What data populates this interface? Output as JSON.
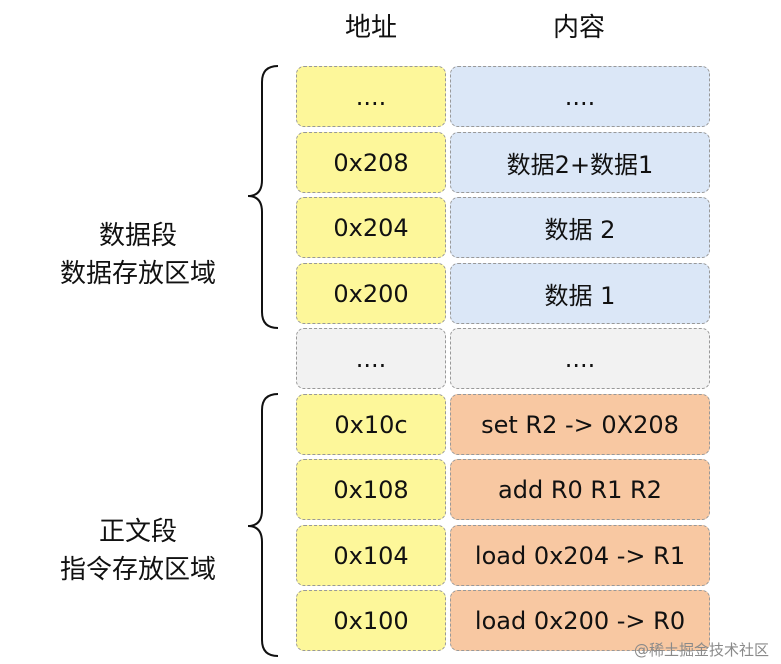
{
  "headers": {
    "address": "地址",
    "content": "内容"
  },
  "colors": {
    "address_fill": "#fdf79a",
    "data_fill": "#dbe7f7",
    "gap_fill": "#f2f2f2",
    "code_fill": "#f8c8a2",
    "border": "#999999"
  },
  "rows": [
    {
      "address": "....",
      "content": "....",
      "kind": "data"
    },
    {
      "address": "0x208",
      "content": "数据2+数据1",
      "kind": "data"
    },
    {
      "address": "0x204",
      "content": "数据 2",
      "kind": "data"
    },
    {
      "address": "0x200",
      "content": "数据 1",
      "kind": "data"
    },
    {
      "address": "....",
      "content": "....",
      "kind": "gap"
    },
    {
      "address": "0x10c",
      "content": "set R2 -> 0X208",
      "kind": "code"
    },
    {
      "address": "0x108",
      "content": "add R0 R1 R2",
      "kind": "code"
    },
    {
      "address": "0x104",
      "content": "load 0x204 -> R1",
      "kind": "code"
    },
    {
      "address": "0x100",
      "content": "load 0x200 -> R0",
      "kind": "code"
    }
  ],
  "segments": [
    {
      "line1": "数据段",
      "line2": "数据存放区域"
    },
    {
      "line1": "正文段",
      "line2": "指令存放区域"
    }
  ],
  "watermark": "@稀土掘金技术社区"
}
